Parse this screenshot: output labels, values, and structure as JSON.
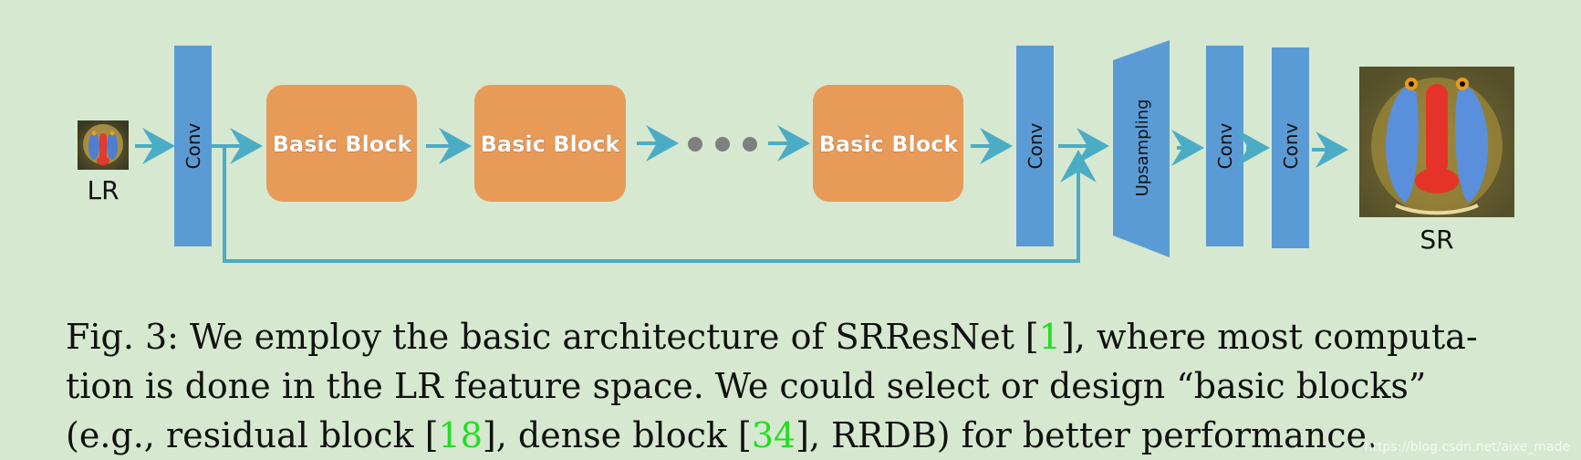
{
  "colors": {
    "background": "#d6e8cf",
    "conv": "#5b9bd5",
    "block": "#e89a58",
    "arrow": "#4bacc6",
    "dots": "#7f7f7f",
    "citation": "#22dd22"
  },
  "diagram": {
    "input_label": "LR",
    "output_label": "SR",
    "conv_label": "Conv",
    "block_label": "Basic Block",
    "upsampling_label": "Upsampling",
    "input_image": "mandrill-thumbnail",
    "output_image": "mandrill-face"
  },
  "caption": {
    "line1_a": "Fig. 3: We employ the basic architecture of SRResNet [",
    "cite1": "1",
    "line1_b": "], where most computa-",
    "line2": "tion is done in the LR feature space. We could select or design “basic blocks”",
    "line3_a": "(e.g., residual block [",
    "cite2": "18",
    "line3_b": "], dense block [",
    "cite3": "34",
    "line3_c": "], RRDB) for better performance."
  },
  "watermark": "https://blog.csdn.net/aixe_made"
}
